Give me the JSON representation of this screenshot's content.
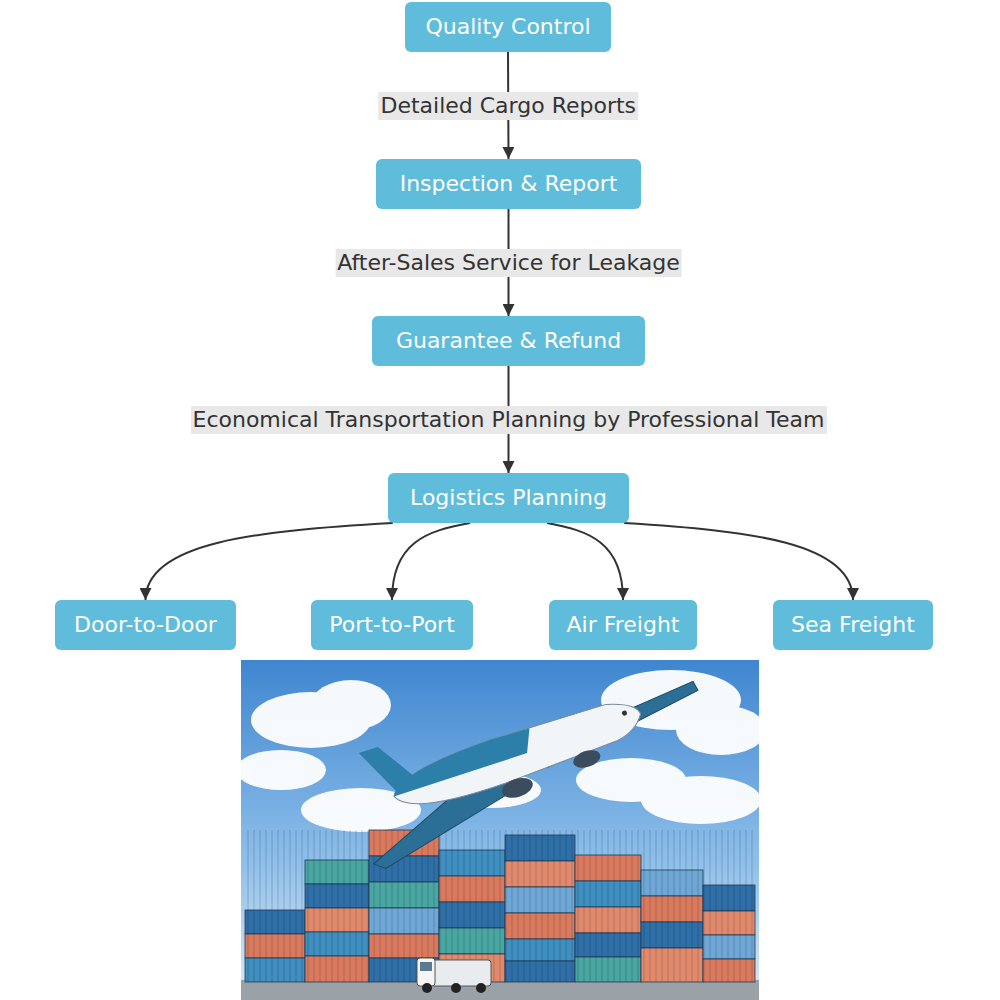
{
  "diagram": {
    "nodes": [
      {
        "text": [
          "Quality Control"
        ]
      },
      {
        "text": [
          "Inspection & Report"
        ]
      },
      {
        "text": [
          "Guarantee & Refund"
        ]
      },
      {
        "text": [
          "Logistics Planning"
        ]
      },
      {
        "text": [
          "Door-to-Door"
        ]
      },
      {
        "text": [
          "Port-to-Port"
        ]
      },
      {
        "text": [
          "Air Freight"
        ]
      },
      {
        "text": [
          "Sea Freight"
        ]
      }
    ],
    "edges": [
      {
        "from": 0,
        "to": 1,
        "label": "Detailed Cargo Reports",
        "arrow": "to"
      },
      {
        "from": 1,
        "to": 2,
        "label": "After-Sales Service for Leakage",
        "arrow": "to"
      },
      {
        "from": 2,
        "to": 3,
        "label": "Economical Transportation Planning by Professional Team",
        "arrow": "to"
      },
      {
        "from": 3,
        "to": 4,
        "arrow": "to"
      },
      {
        "from": 3,
        "to": 5,
        "arrow": "to"
      },
      {
        "from": 3,
        "to": 6,
        "arrow": "to"
      },
      {
        "from": 3,
        "to": 7,
        "arrow": "to"
      }
    ]
  }
}
